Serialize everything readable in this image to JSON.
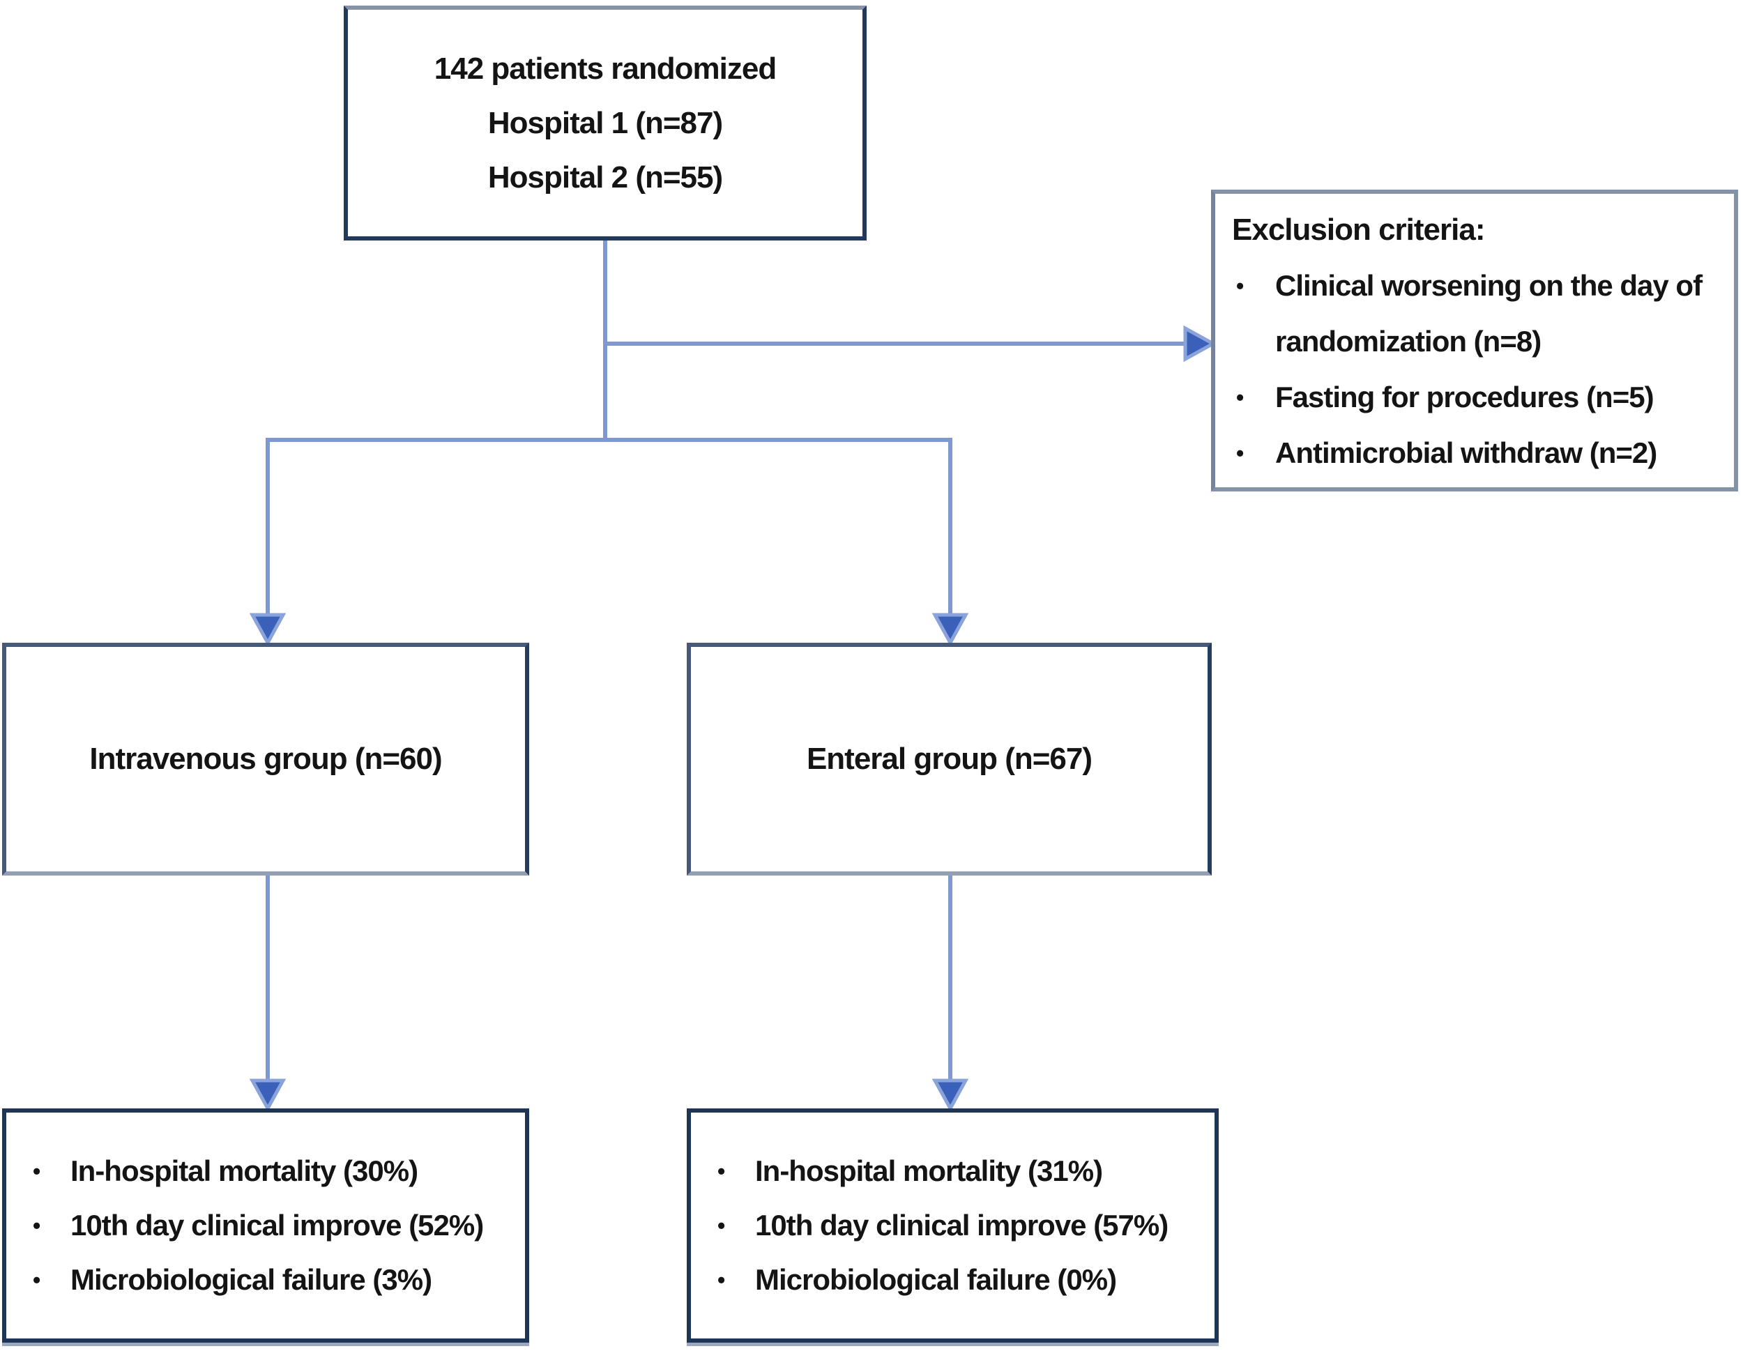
{
  "flow": {
    "randomized_box": {
      "lines": [
        "142 patients randomized",
        "Hospital 1 (n=87)",
        "Hospital 2 (n=55)"
      ]
    },
    "exclusion_box": {
      "title": "Exclusion criteria:",
      "items": [
        "Clinical worsening on the day of randomization (n=8)",
        "Fasting for procedures (n=5)",
        "Antimicrobial withdraw (n=2)"
      ]
    },
    "intravenous_box": {
      "label": "Intravenous group (n=60)"
    },
    "enteral_box": {
      "label": "Enteral group (n=67)"
    },
    "intravenous_outcomes_box": {
      "items": [
        "In-hospital mortality (30%)",
        "10th day clinical improve (52%)",
        "Microbiological failure (3%)"
      ]
    },
    "enteral_outcomes_box": {
      "items": [
        "In-hospital mortality (31%)",
        "10th day clinical improve (57%)",
        "Microbiological failure (0%)"
      ]
    }
  },
  "colors": {
    "connector_line": "#7f99d0",
    "arrowhead": "#3a60ba",
    "box_border_navy": "#22385c",
    "box_border_gray": "#8492a8",
    "text": "#141414",
    "background": "#ffffff"
  }
}
